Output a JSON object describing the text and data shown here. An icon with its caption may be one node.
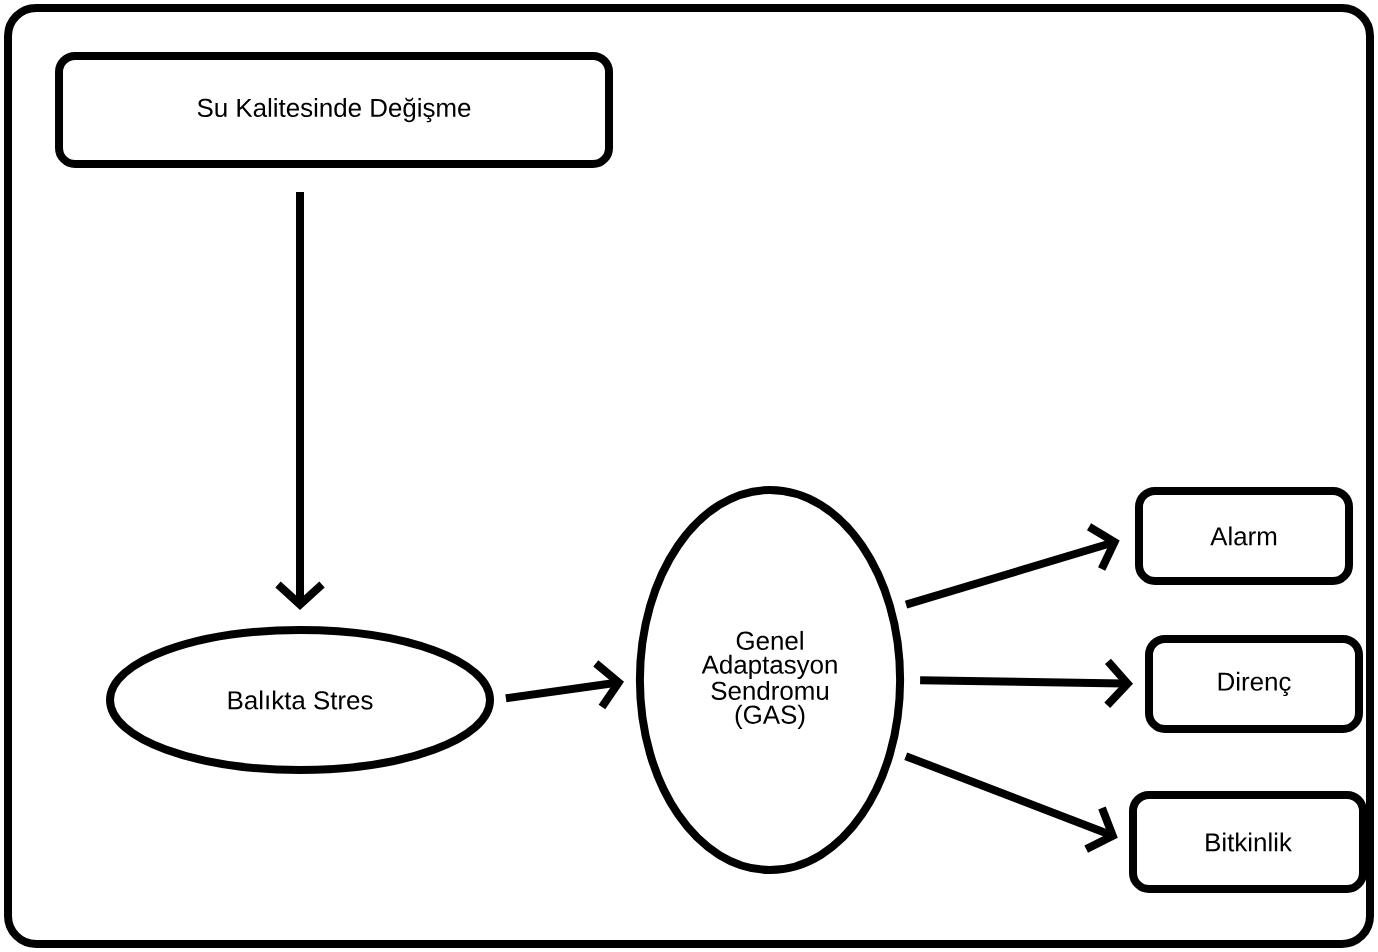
{
  "diagram": {
    "nodes": [
      {
        "text": [
          "Su Kalitesinde Değişme"
        ]
      },
      {
        "text": [
          "Balıkta Stres"
        ]
      },
      {
        "text": [
          "Genel Adaptasyon Sendromu (GAS)"
        ]
      },
      {
        "text": [
          "Alarm"
        ]
      },
      {
        "text": [
          "Direnç"
        ]
      },
      {
        "text": [
          "Bitkinlik"
        ]
      }
    ],
    "edges": [
      {
        "from": 0,
        "to": 1,
        "arrow": "to"
      },
      {
        "from": 1,
        "to": 2,
        "arrow": "to"
      },
      {
        "from": 2,
        "to": 3,
        "arrow": "to"
      },
      {
        "from": 2,
        "to": 4,
        "arrow": "to"
      },
      {
        "from": 2,
        "to": 5,
        "arrow": "to"
      }
    ]
  }
}
